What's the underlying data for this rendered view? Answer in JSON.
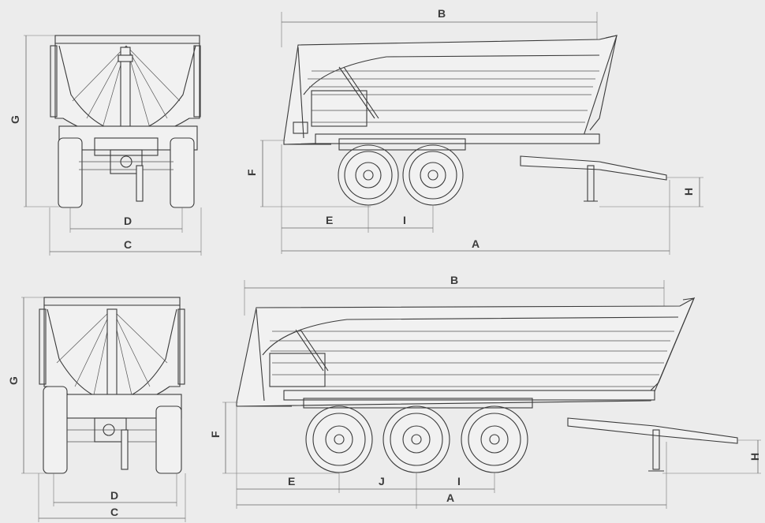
{
  "top_front": {
    "labels": {
      "g": "G",
      "d": "D",
      "c": "C"
    }
  },
  "top_side": {
    "labels": {
      "b": "B",
      "f": "F",
      "e": "E",
      "i": "I",
      "a": "A",
      "h": "H"
    }
  },
  "bottom_front": {
    "labels": {
      "g": "G",
      "d": "D",
      "c": "C"
    }
  },
  "bottom_side": {
    "labels": {
      "b": "B",
      "f": "F",
      "e": "E",
      "j": "J",
      "i": "I",
      "a": "A",
      "h": "H"
    }
  },
  "colors": {
    "background": "#ececec",
    "line": "#3a3a3a",
    "dimension": "#666666"
  }
}
